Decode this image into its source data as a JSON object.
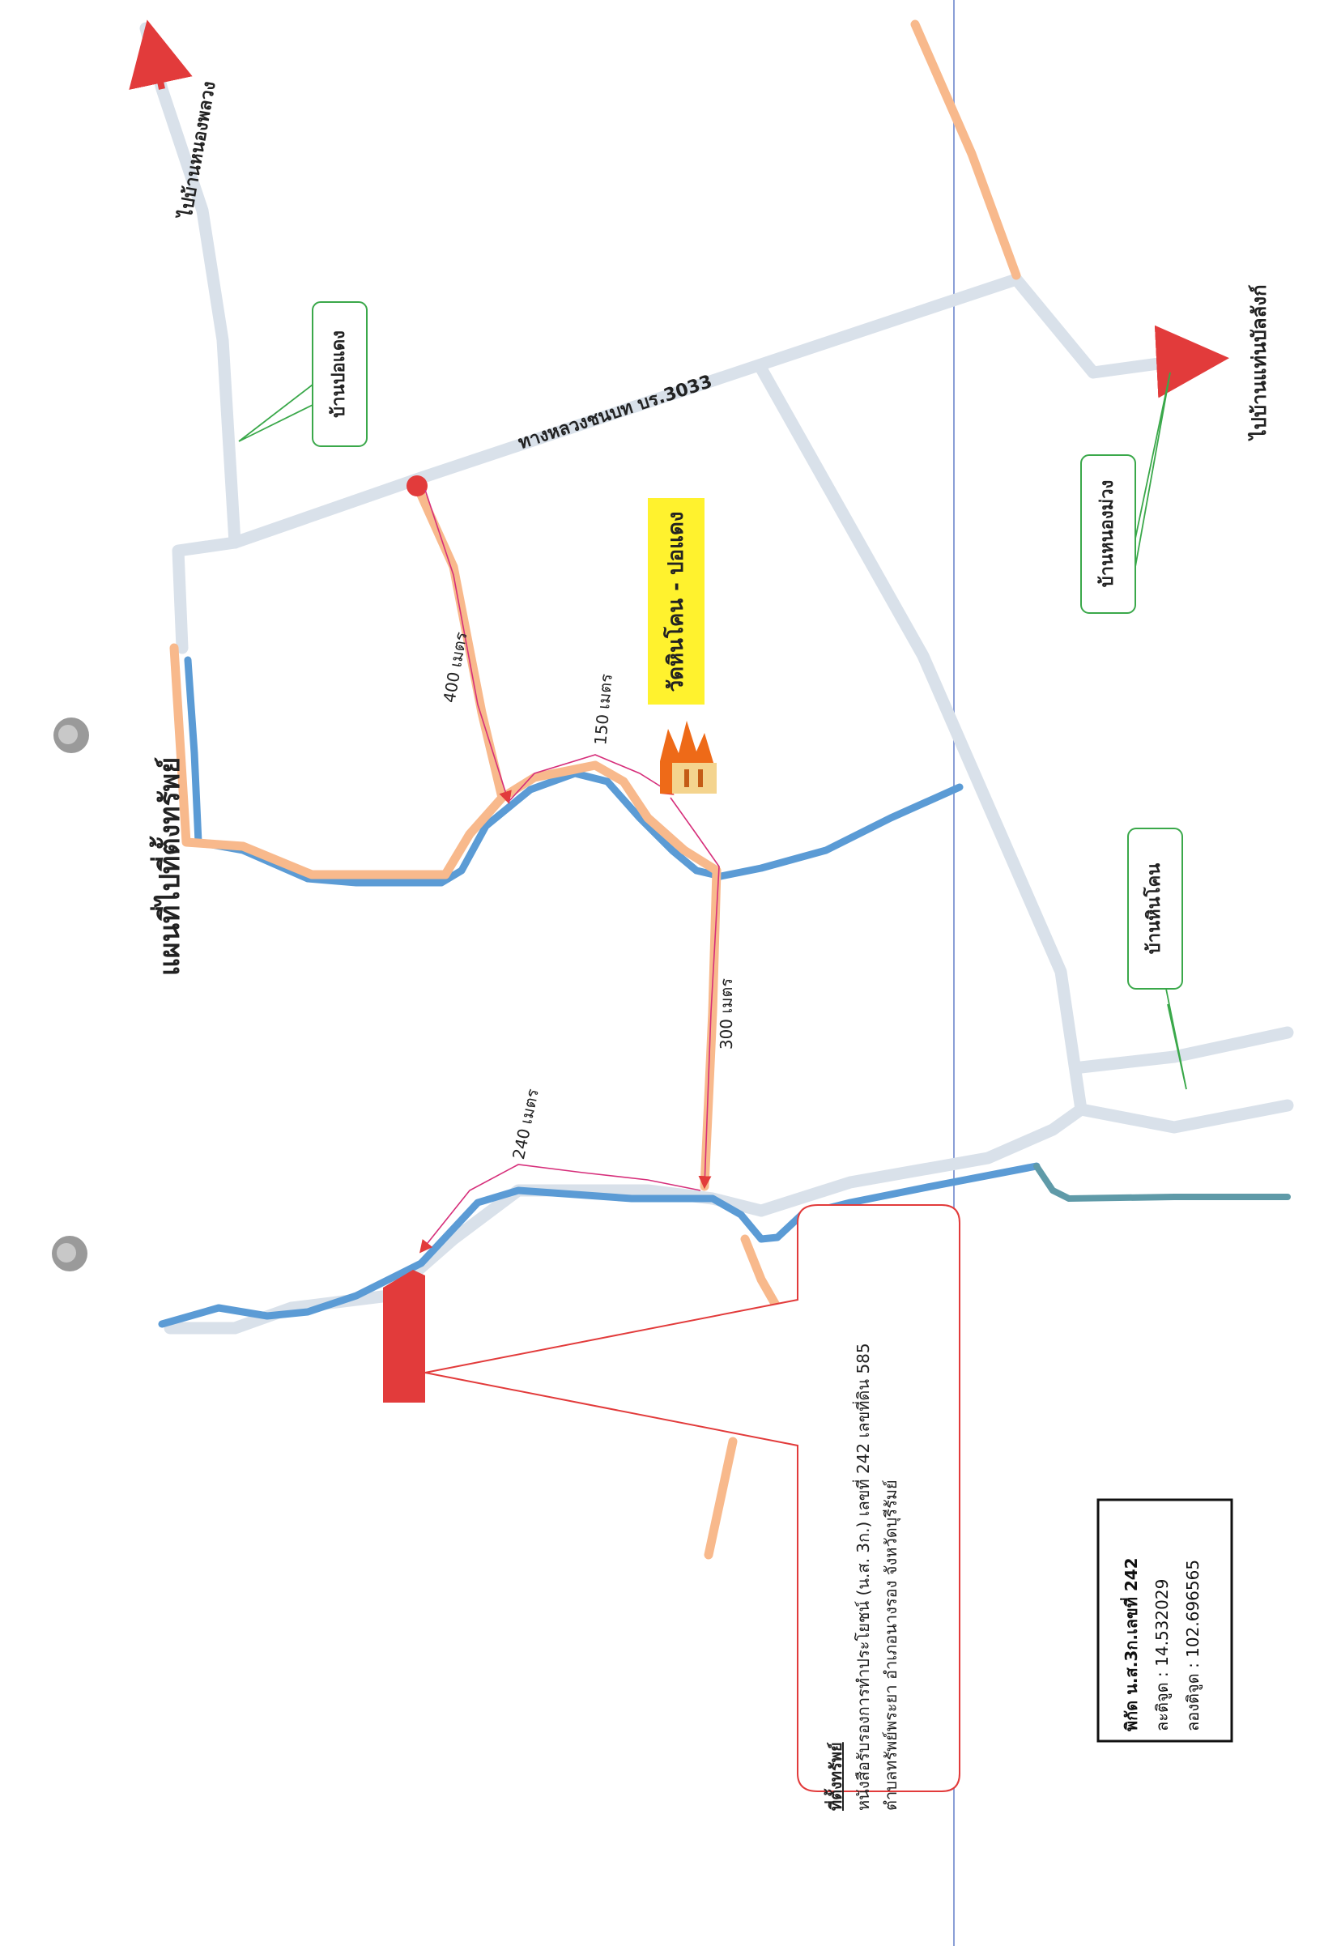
{
  "map": {
    "title": "แผนที่ไปที่ตั้งทรัพย์",
    "road_name": "ทางหลวงชนบท บร.3033",
    "to_north": "ไปบ้านหนองพลวง",
    "to_east": "ไปบ้านแท่นบัลลังก์",
    "villages": {
      "por_daeng": "บ้านปอแดง",
      "nong_muang": "บ้านหนองม่วง",
      "hin_khon": "บ้านหินโคน"
    },
    "temple": "วัดหินโคน - ปอแดง",
    "distances": {
      "d400": "400 เมตร",
      "d150": "150 เมตร",
      "d300": "300 เมตร",
      "d240": "240 เมตร"
    },
    "property_box": {
      "heading": "ที่ตั้งทรัพย์",
      "line1": "หนังสือรับรองการทำประโยชน์ (น.ส. 3ก.) เลขที่ 242 เลขที่ดิน 585",
      "line2": "ตำบลทรัพย์พระยา อำเภอนางรอง จังหวัดบุรีรัมย์"
    },
    "coords_box": {
      "line1": "พิกัด น.ส.3ก.เลขที่ 242",
      "line2": "ละติจูด   : 14.532029",
      "line3": "ลองติจูด : 102.696565"
    }
  },
  "colors": {
    "road": "#d9e1ea",
    "route": "#f8b98c",
    "river": "#5b9bd5",
    "river_teal": "#5f9aa8",
    "accent_red": "#e23b3b",
    "callout_green": "#3aa84a",
    "highlight_yellow": "#fff22e"
  }
}
